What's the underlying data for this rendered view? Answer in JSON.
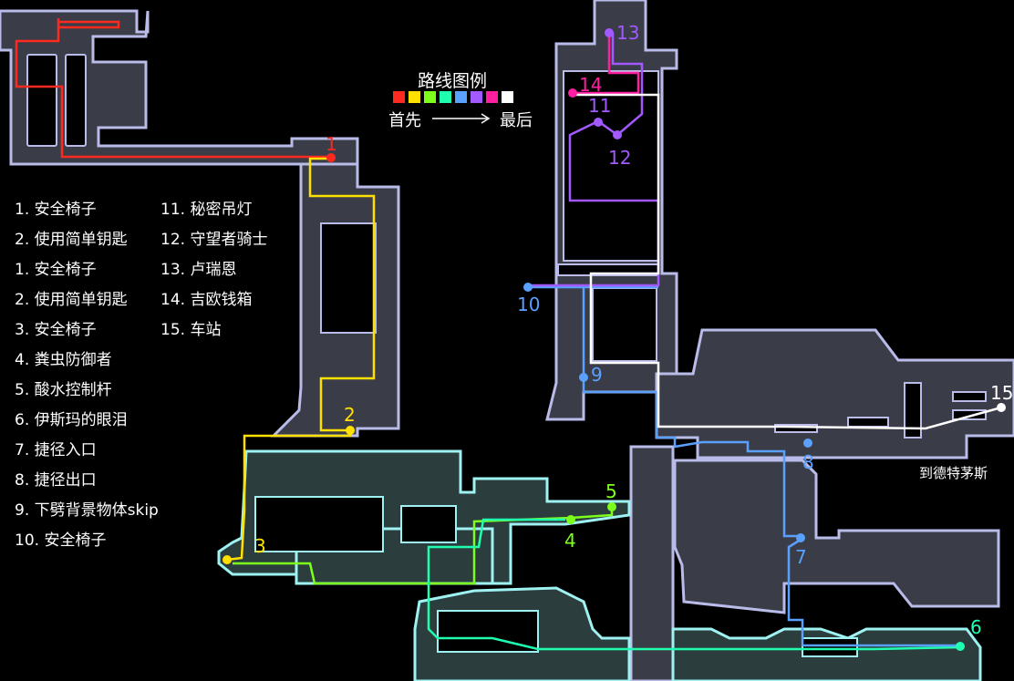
{
  "legend": {
    "title": "路线图例",
    "from": "首先",
    "to": "最后",
    "route_colors": [
      "#ff2a1f",
      "#ffe000",
      "#7cff1a",
      "#1fffb0",
      "#5aa0ff",
      "#a259ff",
      "#ff1fa0",
      "#ffffff"
    ]
  },
  "list_left": [
    "1. 安全椅子",
    "2. 使用简单钥匙",
    "1. 安全椅子",
    "2. 使用简单钥匙",
    "3. 安全椅子",
    "4. 粪虫防御者",
    "5. 酸水控制杆",
    "6. 伊斯玛的眼泪",
    "7. 捷径入口",
    "8. 捷径出口",
    "9. 下劈背景物体skip",
    "10. 安全椅子"
  ],
  "list_right": [
    "11. 秘密吊灯",
    "12. 守望者骑士",
    "13. 卢瑞恩",
    "14. 吉欧钱箱",
    "15. 车站"
  ],
  "destination": "到德特茅斯",
  "markers": [
    {
      "label": "1",
      "color": "#ff2a1f"
    },
    {
      "label": "2",
      "color": "#ffe000"
    },
    {
      "label": "3",
      "color": "#ffe000"
    },
    {
      "label": "4",
      "color": "#7cff1a"
    },
    {
      "label": "5",
      "color": "#7cff1a"
    },
    {
      "label": "6",
      "color": "#1fffb0"
    },
    {
      "label": "7",
      "color": "#5aa0ff"
    },
    {
      "label": "8",
      "color": "#5aa0ff"
    },
    {
      "label": "9",
      "color": "#5aa0ff"
    },
    {
      "label": "10",
      "color": "#5aa0ff"
    },
    {
      "label": "11",
      "color": "#a259ff"
    },
    {
      "label": "12",
      "color": "#a259ff"
    },
    {
      "label": "13",
      "color": "#a259ff"
    },
    {
      "label": "14",
      "color": "#ff1fa0"
    },
    {
      "label": "15",
      "color": "#ffffff"
    }
  ]
}
